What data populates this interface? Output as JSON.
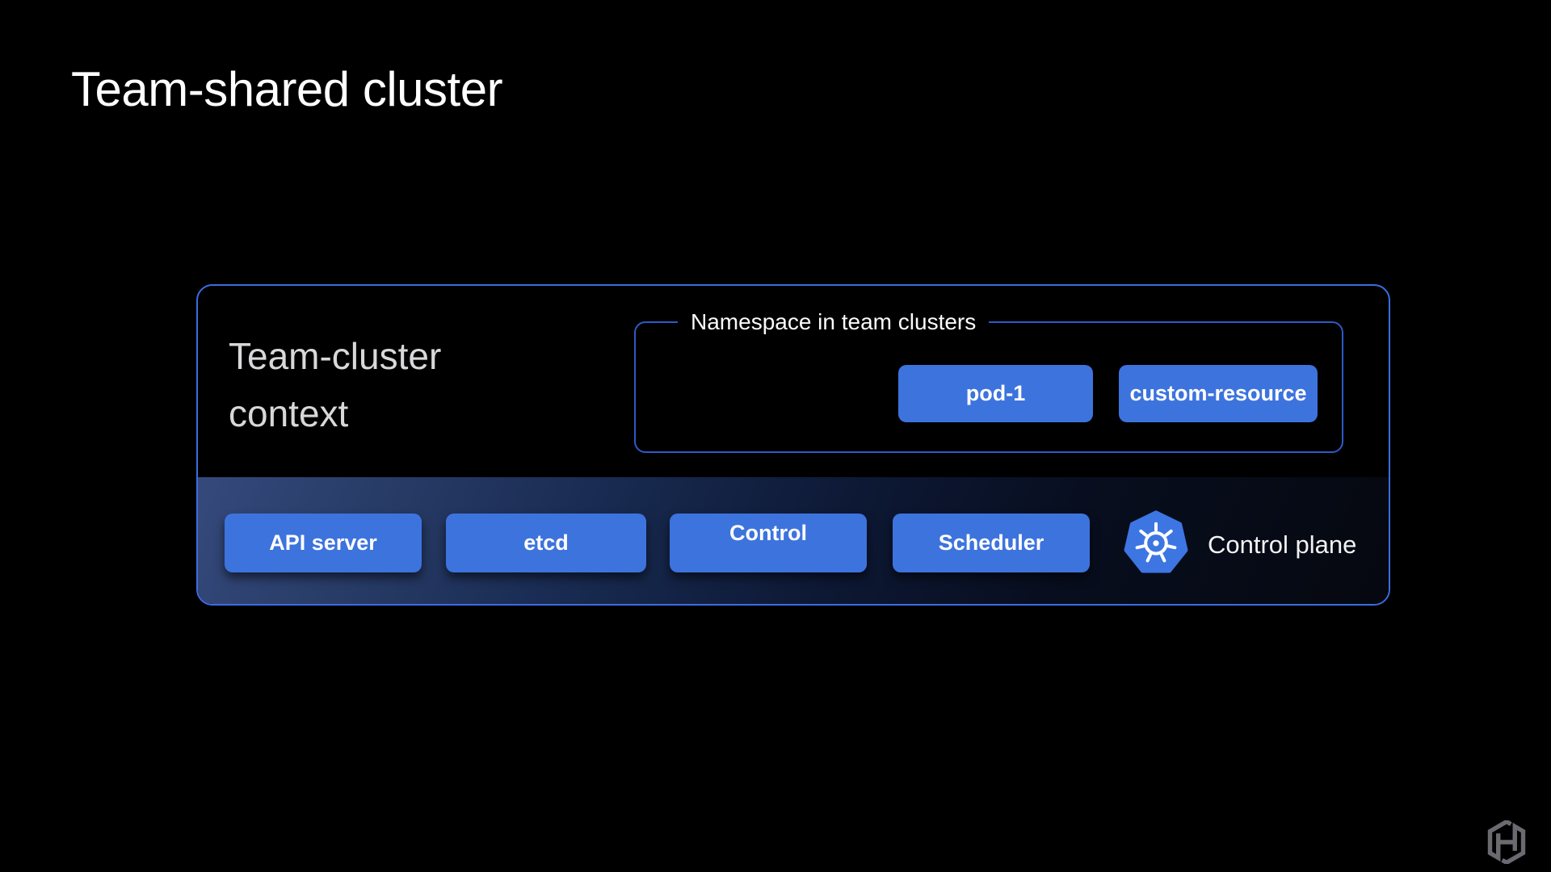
{
  "slide": {
    "title": "Team-shared cluster"
  },
  "cluster_box": {
    "context_label": "Team-cluster context",
    "namespace_box": {
      "legend": "Namespace in team clusters",
      "nodes": [
        {
          "label": "pod-1"
        },
        {
          "label": "custom-resource"
        }
      ]
    },
    "control_plane_bar": {
      "components": [
        {
          "label": "API server"
        },
        {
          "label": "etcd"
        },
        {
          "label": "Control"
        },
        {
          "label": "Scheduler"
        }
      ],
      "icon": "kubernetes-icon",
      "label": "Control plane"
    }
  },
  "footer": {
    "logo": "hashicorp-icon"
  },
  "colors": {
    "background": "#000000",
    "node_blue": "#3d73dd",
    "outer_border_blue": "#3a6de2",
    "namespace_border_blue": "#2d5ac6",
    "strip_gradient_start": "#35497c",
    "strip_gradient_end": "#05080f",
    "title_text": "#ffffff",
    "context_text": "#d8d8da",
    "hashicorp_gray": "#6a6a70"
  }
}
